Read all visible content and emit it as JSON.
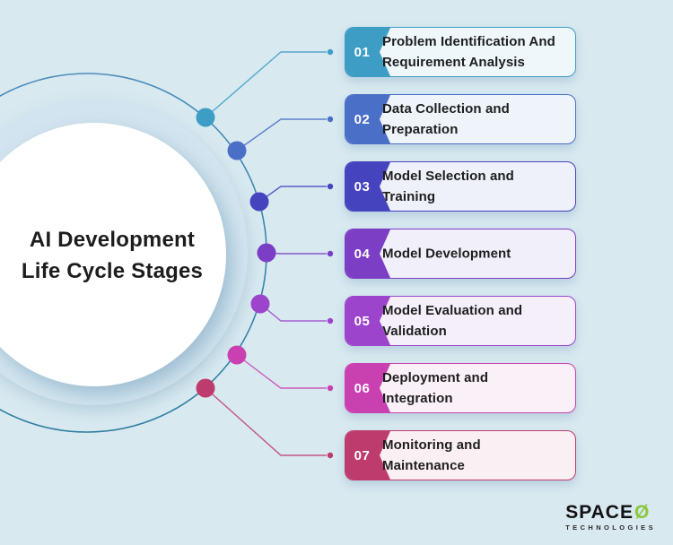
{
  "title": {
    "line1": "AI Development",
    "line2": "Life Cycle Stages"
  },
  "stages": [
    {
      "number": "01",
      "lines": [
        "Problem Identification And",
        "Requirement Analysis"
      ],
      "color": "#3E9DC5",
      "bg": "#EFF7FB"
    },
    {
      "number": "02",
      "lines": [
        "Data Collection and",
        "Preparation"
      ],
      "color": "#4A6FC7",
      "bg": "#EEF4FA"
    },
    {
      "number": "03",
      "lines": [
        "Model Selection and",
        "Training"
      ],
      "color": "#4543BE",
      "bg": "#EEF0FA"
    },
    {
      "number": "04",
      "lines": [
        "Model Development"
      ],
      "color": "#7B3EC4",
      "bg": "#F0EFFA"
    },
    {
      "number": "05",
      "lines": [
        "Model Evaluation and",
        "Validation"
      ],
      "color": "#9C44CB",
      "bg": "#F4EFFB"
    },
    {
      "number": "06",
      "lines": [
        "Deployment and",
        "Integration"
      ],
      "color": "#C941B1",
      "bg": "#FAF0F8"
    },
    {
      "number": "07",
      "lines": [
        "Monitoring and",
        "Maintenance"
      ],
      "color": "#BE3C6D",
      "bg": "#FAF0F4"
    }
  ],
  "logo": {
    "brand": "SPACE",
    "symbol": "Ø",
    "symbol_color": "#8DC63F",
    "tagline": "TECHNOLOGIES"
  },
  "colors": {
    "background": "#D8E9F0",
    "arc_top": "#4C8CBA",
    "arc_bottom": "#2E7E9F",
    "ring_band": "#D2E4EF",
    "circle_fill": "#FFFFFF",
    "title_text": "#1D1D1D"
  }
}
